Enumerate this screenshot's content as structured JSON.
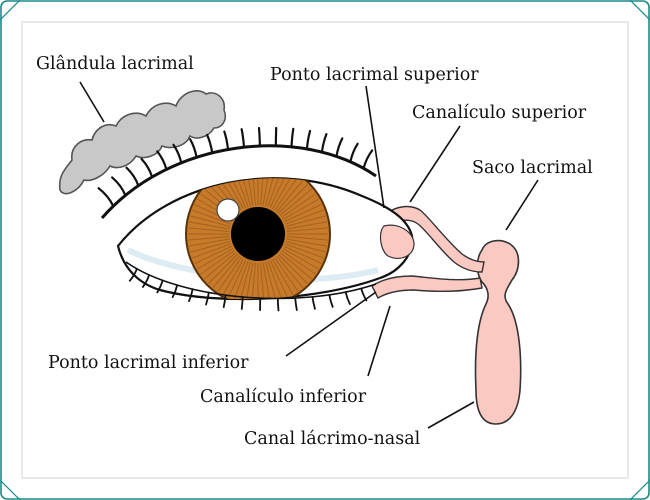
{
  "labels": {
    "lacrimal_gland": "Glândula lacrimal",
    "upper_punctum": "Ponto lacrimal superior",
    "upper_canaliculus": "Canalículo superior",
    "lacrimal_sac": "Saco lacrimal",
    "lower_punctum": "Ponto lacrimal inferior",
    "lower_canaliculus": "Canalículo inferior",
    "nasolacrimal_duct": "Canal lácrimo-nasal"
  },
  "colors": {
    "frame_border": "#1a8a8a",
    "gland": "#c8c8c8",
    "iris": "#c67a2a",
    "iris_dark": "#8a4f16",
    "pupil": "#000000",
    "duct": "#f9c9c2",
    "outline": "#111111",
    "sclera": "#ffffff"
  }
}
